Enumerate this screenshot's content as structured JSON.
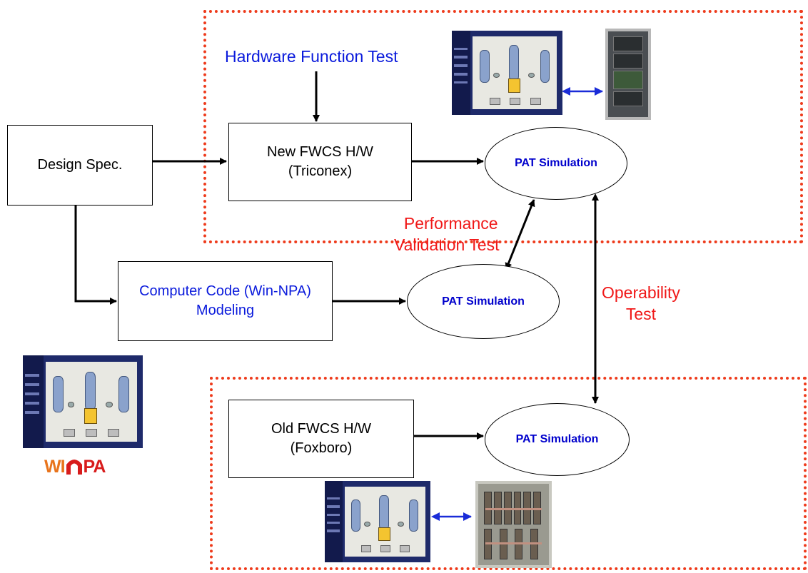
{
  "colors": {
    "frame": "#ee3b1c",
    "blue_text": "#0a1adc",
    "red_text": "#f01818",
    "arrow": "#000000",
    "bidir_arrow": "#1a2cd8"
  },
  "labels": {
    "hardware_function_test": "Hardware Function Test",
    "performance_validation_test_line1": "Performance",
    "performance_validation_test_line2": "Validation Test",
    "operability_test_line1": "Operability",
    "operability_test_line2": "Test"
  },
  "boxes": {
    "design_spec": "Design Spec.",
    "new_fwcs_line1": "New FWCS H/W",
    "new_fwcs_line2": "(Triconex)",
    "code_line1": "Computer Code (Win-NPA)",
    "code_line2": "Modeling",
    "old_fwcs_line1": "Old FWCS H/W",
    "old_fwcs_line2": "(Foxboro)"
  },
  "ellipses": {
    "pat_top": "PAT Simulation",
    "pat_mid": "PAT Simulation",
    "pat_bottom": "PAT Simulation"
  },
  "logo": {
    "text_left": "WI",
    "text_right": "PA",
    "icon": "n-arch-logo-icon"
  },
  "icons": [
    "simulator-screenshot-icon",
    "triconex-cabinet-icon",
    "foxboro-cabinet-icon",
    "double-arrow-icon"
  ]
}
